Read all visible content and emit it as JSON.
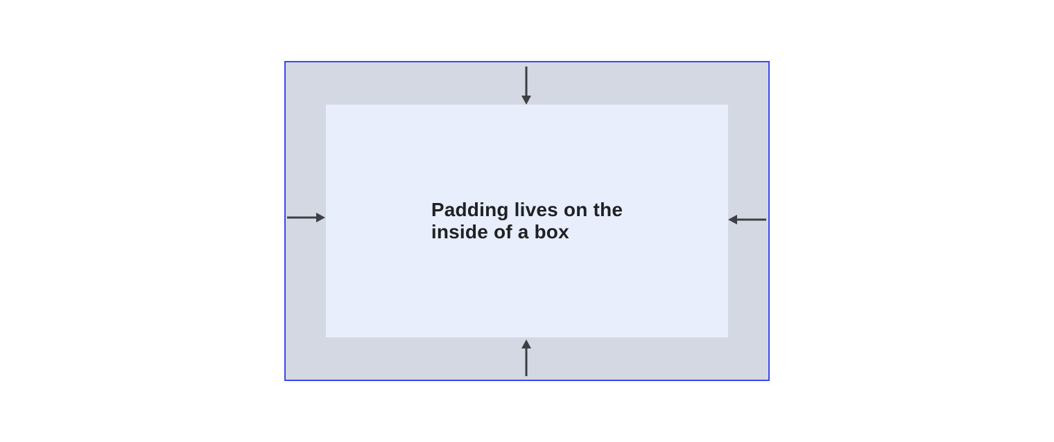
{
  "diagram": {
    "label": "Padding lives on the inside of a box",
    "label_lines": [
      "Padding lives on the",
      "inside of a box"
    ]
  },
  "colors": {
    "page_background": "#FFFFFF",
    "box_border": "#3B46F0",
    "padding_area": "#D3D8E2",
    "content_area": "#E8EEFB",
    "arrow": "#3C4043",
    "text": "#202124"
  },
  "arrows": [
    {
      "name": "arrow-down-icon",
      "edge": "top",
      "direction": "down"
    },
    {
      "name": "arrow-up-icon",
      "edge": "bottom",
      "direction": "up"
    },
    {
      "name": "arrow-right-icon",
      "edge": "left",
      "direction": "right"
    },
    {
      "name": "arrow-left-icon",
      "edge": "right",
      "direction": "left"
    }
  ]
}
